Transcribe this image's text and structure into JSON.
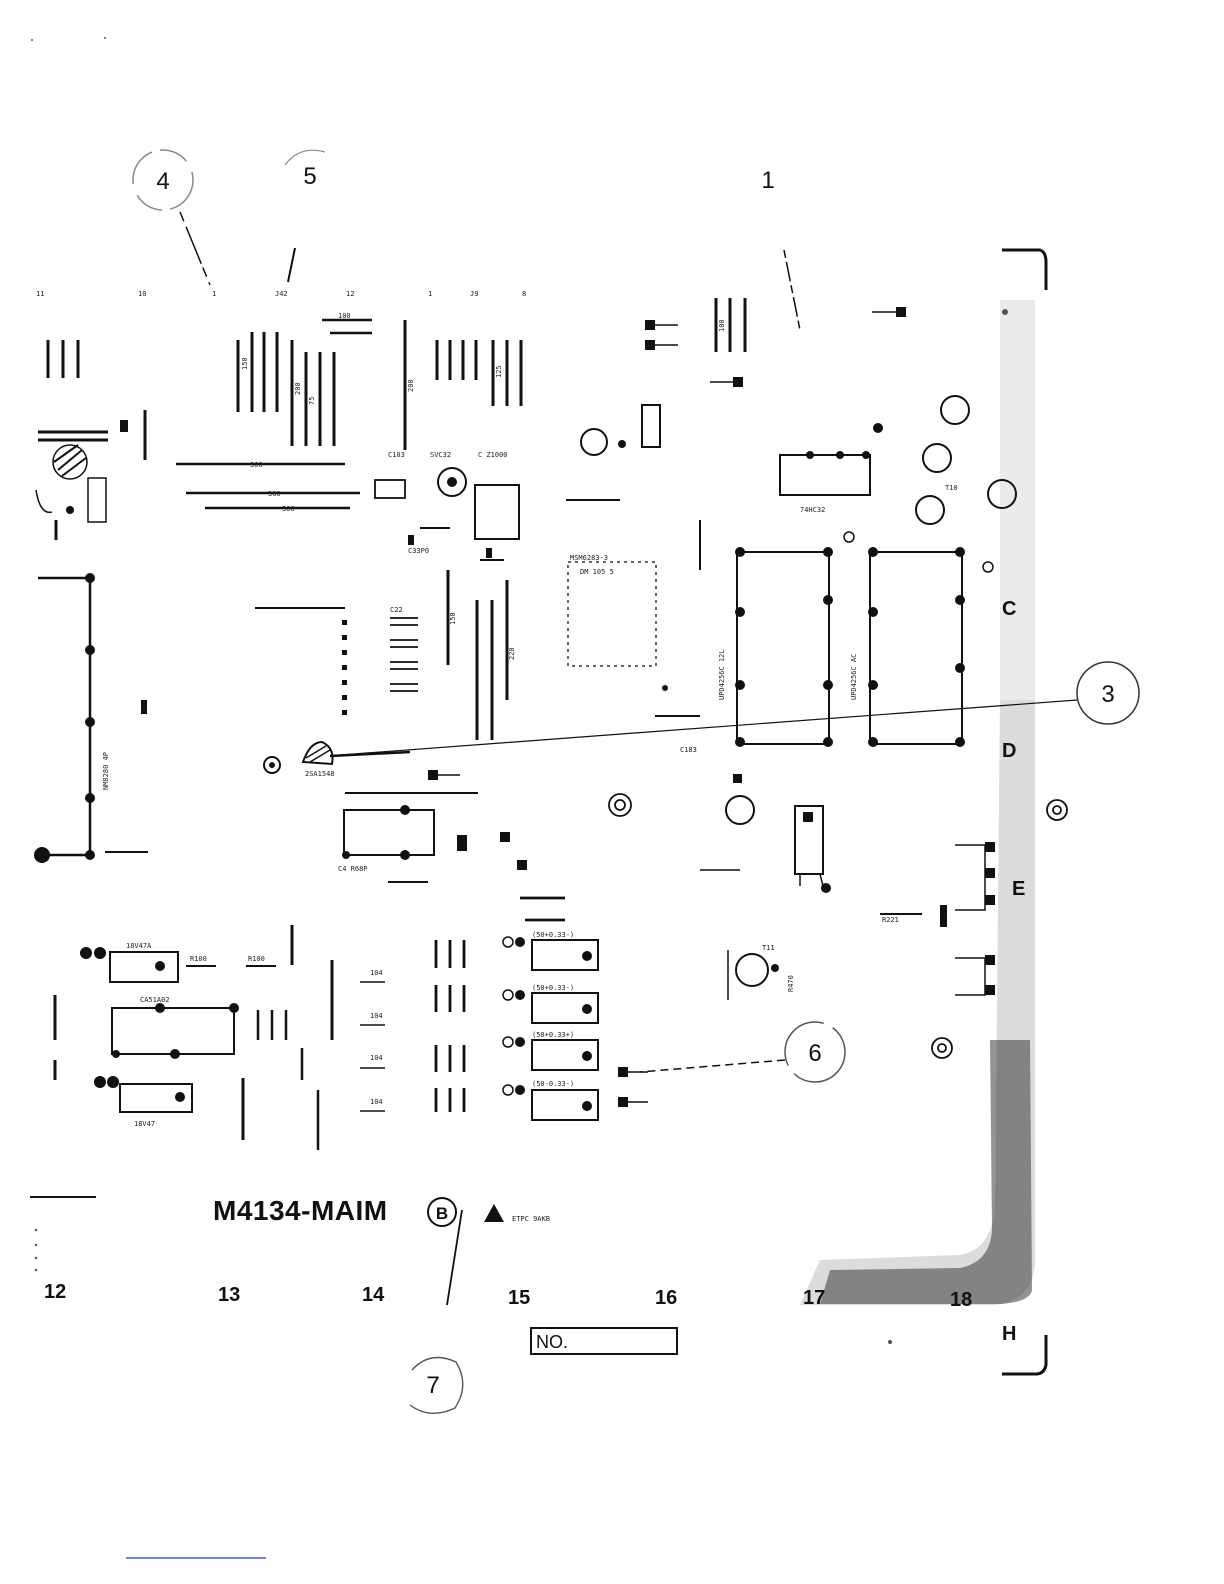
{
  "callouts": [
    "4",
    "5",
    "1",
    "3",
    "6",
    "7"
  ],
  "grid_columns": [
    "12",
    "13",
    "14",
    "15",
    "16",
    "17",
    "18"
  ],
  "grid_rows": [
    "C",
    "D",
    "E",
    "H"
  ],
  "board_id": "M4134-MAIM",
  "board_revision": "B",
  "number_box_label": "NO.",
  "component_labels": {
    "ic_74hc32": "74HC32",
    "ic_msm": "MSM6283-3",
    "ic_msm_sub": "DM 105 5",
    "transistor_2sa": "2SA1548",
    "ic_nm": "NM8280 4P",
    "cap_103": "C103",
    "cap_svc": "SVC32",
    "cap_cz": "C Z1000",
    "ic_upd_a": "UPD4256C 12L",
    "ic_upd_b": "UPD4256C AC",
    "cap_183": "C183",
    "cap_c4": "C4 R68P",
    "ic_ca": "CA51A02",
    "res_18v47a": "18V47A",
    "res_18v47": "18V47",
    "pack_1": "(50+0.33-)",
    "pack_2": "(50+0.33-)",
    "pack_3": "(50+0.33+)",
    "pack_4": "(50-0.33-)",
    "r100": "R100",
    "r470": "R470",
    "t10": "T10",
    "t11": "T11",
    "r221": "R221",
    "c22": "C22",
    "c33": "C33P0",
    "val_300": "300",
    "val_100": "100",
    "val_75": "75",
    "val_200": "200",
    "val_150": "150",
    "val_220": "220",
    "val_125": "125",
    "val_104": "104"
  },
  "edge_note": "ETPC 9AKB"
}
